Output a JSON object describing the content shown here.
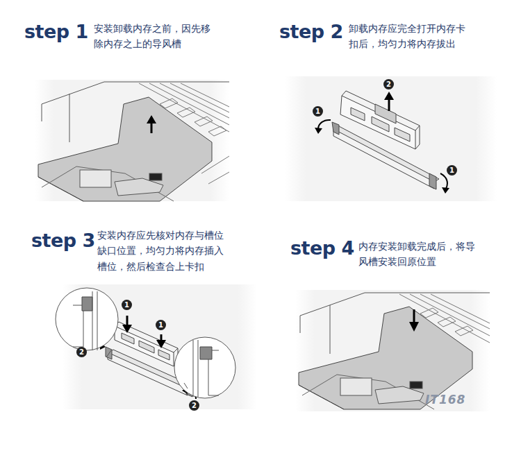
{
  "diagram": {
    "labels": [
      "step 1",
      "安装卸载内存之前，因先移 除内存之上的导风槽",
      "step 2",
      "卸载内存应完全打开内存卡 扣后，均匀力将内存拔出",
      "1",
      "2",
      "1",
      "step 3",
      "安装内存应先核对内存与槽位 缺口位置，均匀力将内存插入 槽位，然后检查合上卡扣",
      "1",
      "1",
      "2",
      "2",
      "step 4",
      "内存安装卸载完成后，将导 风槽安装回原位置",
      "IT168"
    ]
  }
}
